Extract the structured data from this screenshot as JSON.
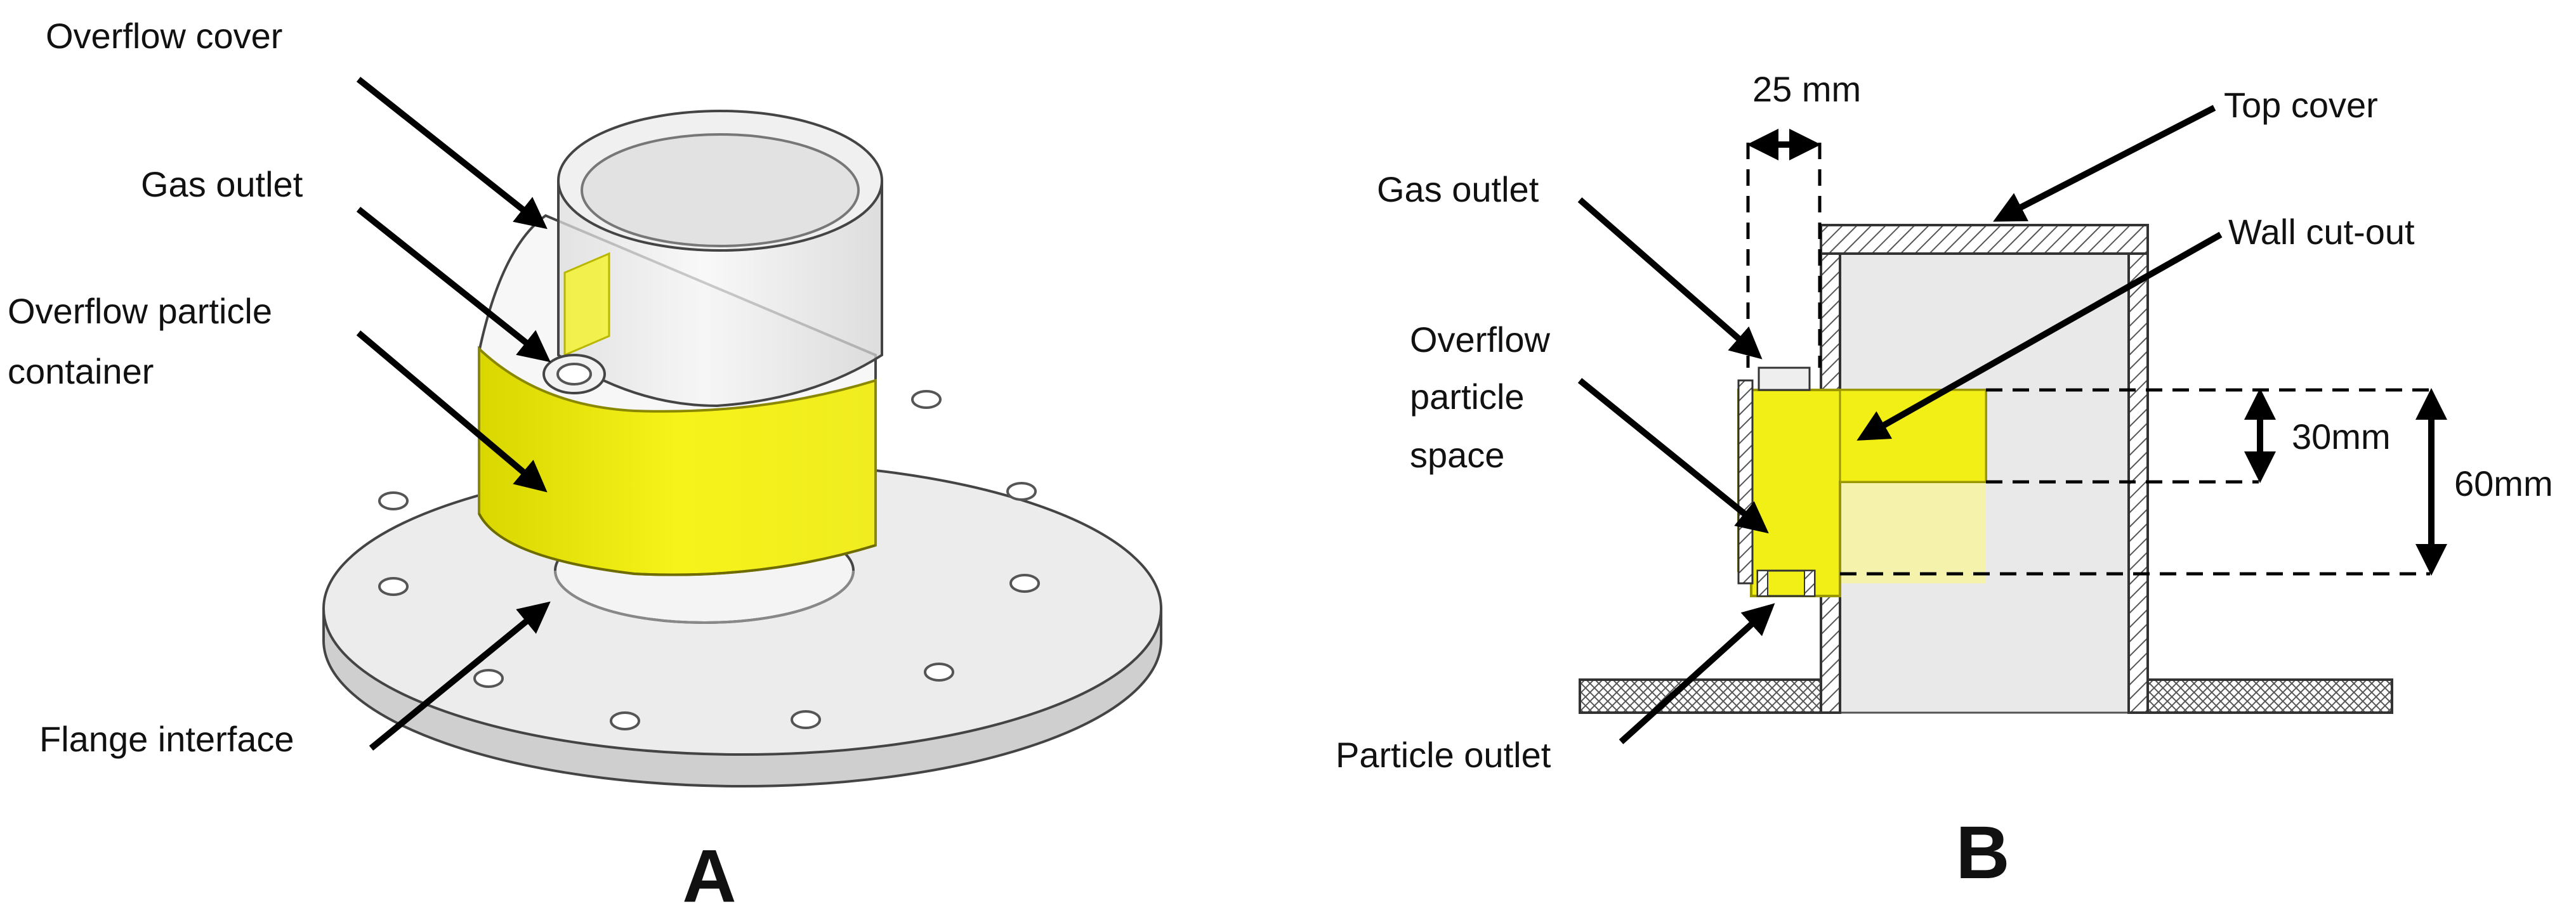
{
  "panel_a": {
    "letter": "A",
    "labels": {
      "overflow_cover": "Overflow cover",
      "gas_outlet": "Gas outlet",
      "container_line1": "Overflow particle",
      "container_line2": "container",
      "flange_interface": "Flange interface"
    }
  },
  "panel_b": {
    "letter": "B",
    "labels": {
      "dim_25": "25 mm",
      "top_cover": "Top cover",
      "gas_outlet": "Gas outlet",
      "wall_cutout": "Wall cut-out",
      "space_line1": "Overflow",
      "space_line2": "particle",
      "space_line3": "space",
      "dim_30": "30mm",
      "dim_60": "60mm",
      "particle_outlet": "Particle outlet"
    }
  },
  "colors": {
    "yellow": "#f2ef16",
    "yellow_light": "#f7f4a0",
    "gray_part": "#e6e6e6",
    "outline": "#444444"
  }
}
